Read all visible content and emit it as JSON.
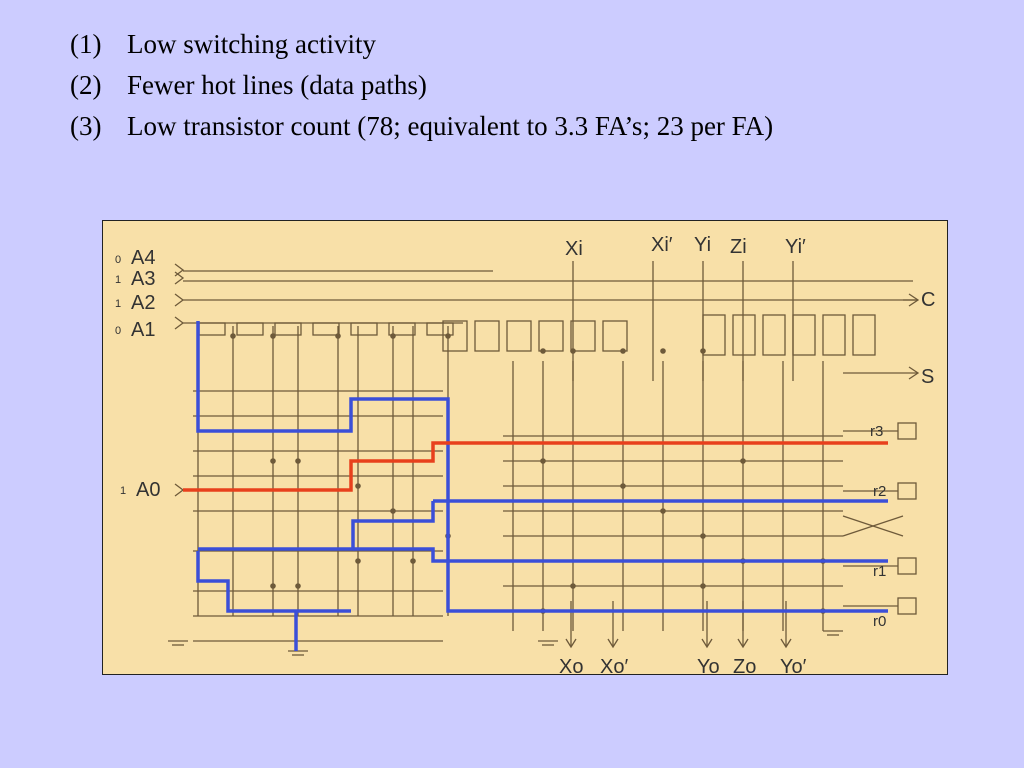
{
  "bullets": [
    {
      "num": "(1)",
      "text": "Low switching activity"
    },
    {
      "num": "(2)",
      "text": "Fewer hot lines (data paths)"
    },
    {
      "num": "(3)",
      "text": "Low transistor count (78; equivalent to 3.3 FA’s; 23 per FA)"
    }
  ],
  "diagram": {
    "inputs": [
      {
        "value": "0",
        "name": "A4"
      },
      {
        "value": "1",
        "name": "A3"
      },
      {
        "value": "1",
        "name": "A2"
      },
      {
        "value": "0",
        "name": "A1"
      },
      {
        "value": "1",
        "name": "A0"
      }
    ],
    "top_labels": [
      "Xi",
      "Xi′",
      "Yi",
      "Zi",
      "Yi′"
    ],
    "right_outputs": [
      "C",
      "S"
    ],
    "r_labels": [
      "r3",
      "r2",
      "r1",
      "r0"
    ],
    "bottom_labels": [
      "Xo",
      "Xo′",
      "Yo",
      "Zo",
      "Yo′"
    ],
    "colors": {
      "wire": "#6e5a3a",
      "blue_path": "#3b4fd8",
      "red_path": "#e8401c",
      "background": "#f8e0a8"
    }
  }
}
